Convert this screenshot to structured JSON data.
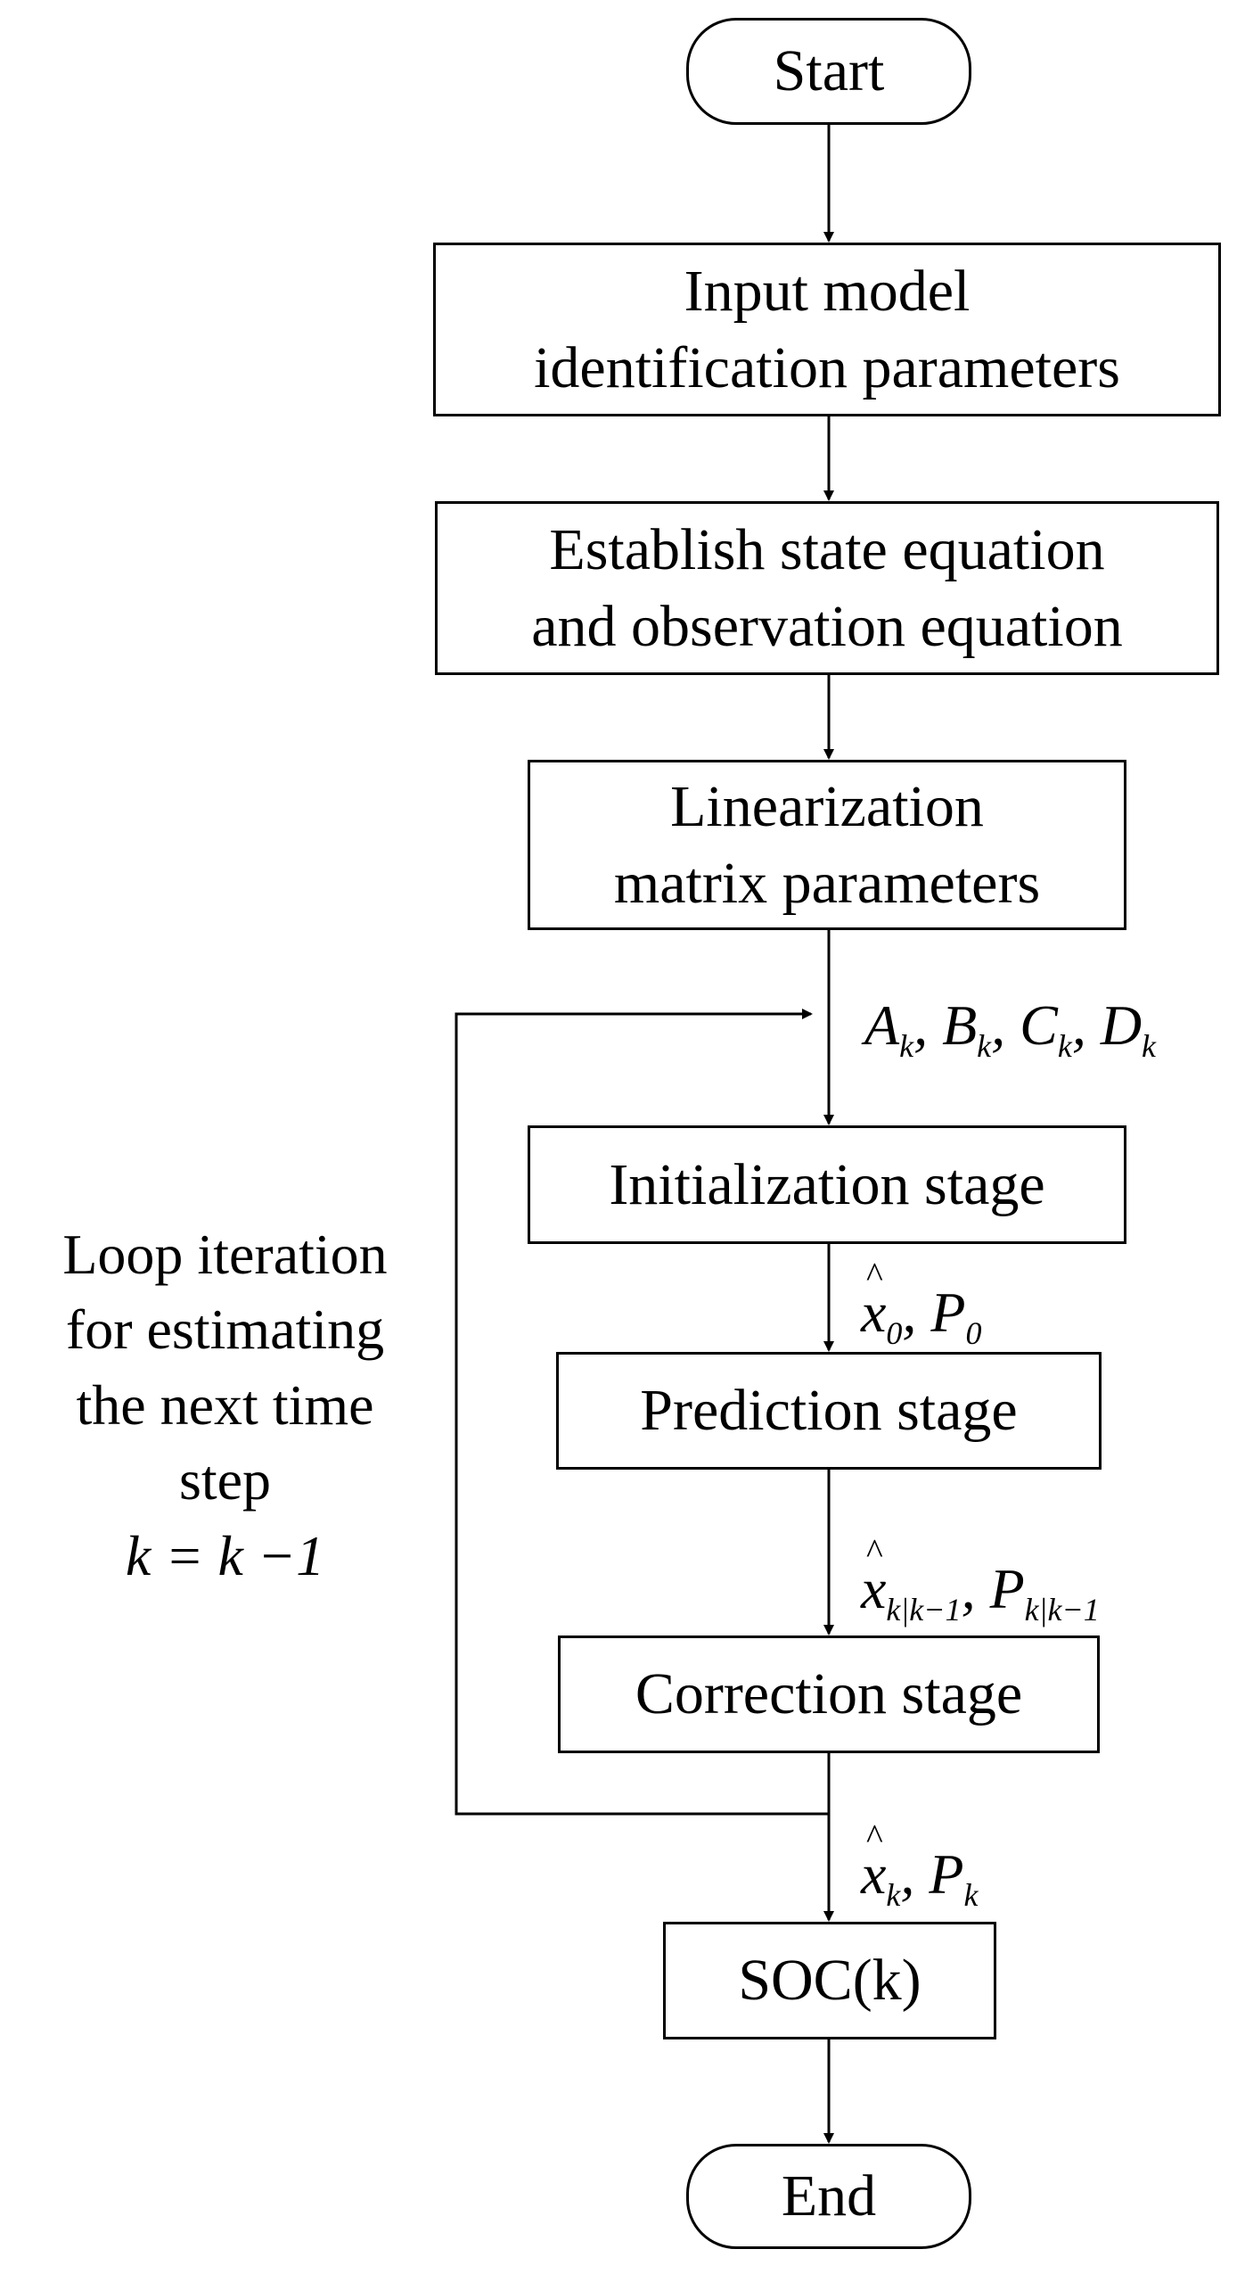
{
  "nodes": {
    "start": "Start",
    "input": [
      "Input model",
      "identification parameters"
    ],
    "establish": [
      "Establish state equation",
      "and observation equation"
    ],
    "linearization": [
      "Linearization",
      "matrix parameters"
    ],
    "init": "Initialization stage",
    "prediction": "Prediction stage",
    "correction": "Correction stage",
    "soc": "SOC(k)",
    "end": "End"
  },
  "labels": {
    "matrices": {
      "A": "A",
      "B": "B",
      "C": "C",
      "D": "D",
      "sub": "k",
      "sep": ","
    },
    "init_out": {
      "x": "x",
      "x_sub": "0",
      "P": "P",
      "P_sub": "0",
      "sep": ","
    },
    "pred_out": {
      "x": "x",
      "x_sub": "k|k−1",
      "P": "P",
      "P_sub": "k|k−1",
      "sep": ","
    },
    "corr_out": {
      "x": "x",
      "x_sub": "k",
      "P": "P",
      "P_sub": "k",
      "sep": ","
    }
  },
  "loop": {
    "lines": [
      "Loop iteration",
      "for estimating",
      "the next time",
      "step"
    ],
    "equation": "k = k −1"
  }
}
